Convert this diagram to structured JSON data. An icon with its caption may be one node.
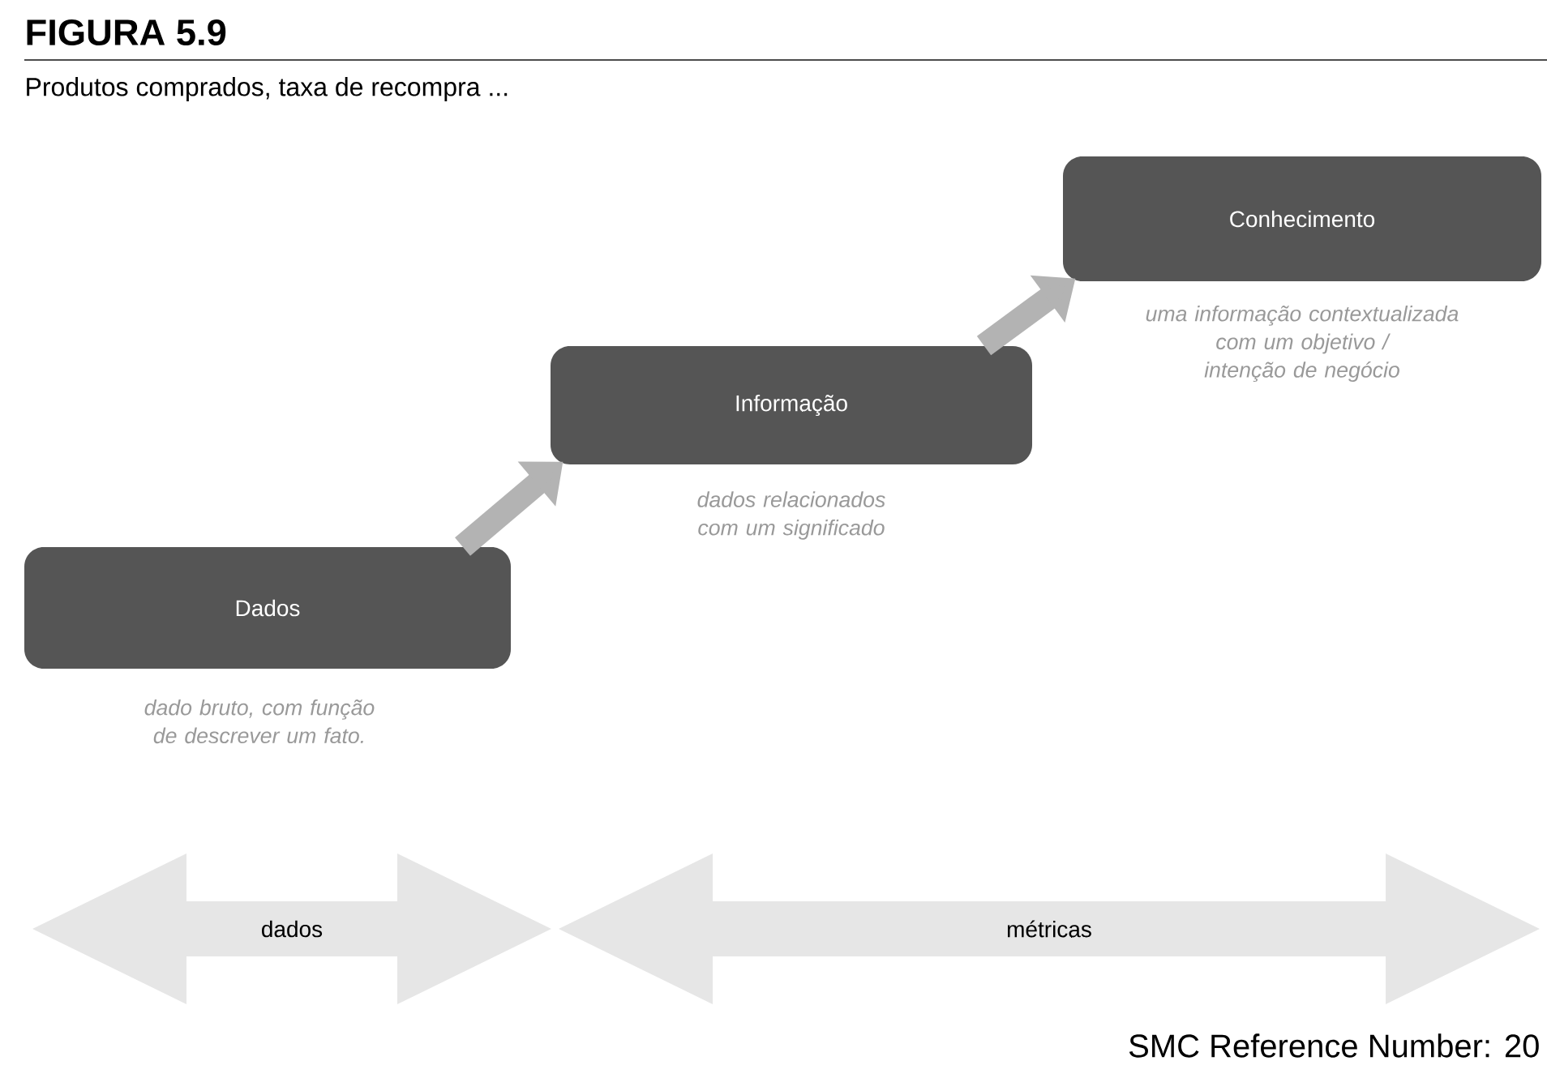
{
  "diagram": {
    "title": "FIGURA 5.9",
    "nodes": [
      {
        "text": [
          "Dados"
        ],
        "beside": [
          "dado bruto, com função de descrever um fato."
        ]
      },
      {
        "text": [
          "Informação"
        ],
        "beside": [
          "dados relacionados com um significado"
        ]
      },
      {
        "text": [
          "Conhecimento"
        ],
        "beside": [
          "uma informação contextualizada com um objetivo / intenção de negócio"
        ]
      },
      {
        "text": [
          "dados"
        ]
      },
      {
        "text": [
          "métricas"
        ]
      }
    ],
    "edges": [
      {
        "from": 0,
        "to": 1,
        "arrow": "to"
      },
      {
        "from": 1,
        "to": 2,
        "arrow": "to"
      }
    ],
    "labels": [
      "Produtos comprados, taxa de recompra ...",
      "SMC Reference Number: 20"
    ]
  }
}
